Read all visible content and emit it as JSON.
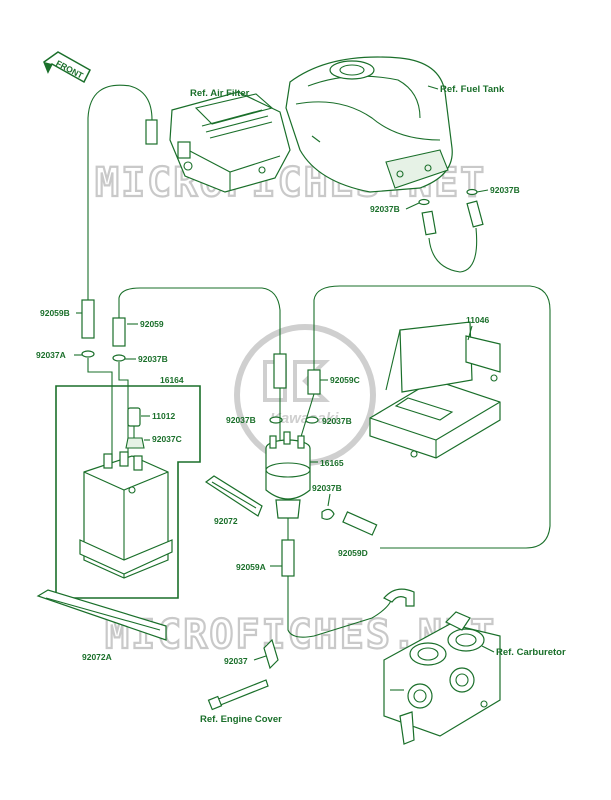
{
  "front_arrow": {
    "label": "FRONT"
  },
  "watermark": {
    "text": "MICROFICHES.NET",
    "logo_text": "Kawasaki"
  },
  "refs": {
    "air_filter": "Ref. Air Filter",
    "fuel_tank": "Ref. Fuel Tank",
    "carburetor": "Ref. Carburetor",
    "engine_cover": "Ref. Engine Cover"
  },
  "parts": {
    "p92037B_tank_right": "92037B",
    "p92037B_tank_left": "92037B",
    "p92059B": "92059B",
    "p92059": "92059",
    "p11046": "11046",
    "p92037A": "92037A",
    "p92037B_upper": "92037B",
    "p16164": "16164",
    "p92059C": "92059C",
    "p11012": "11012",
    "p92037B_mid_left": "92037B",
    "p92037B_mid_right": "92037B",
    "p92037C": "92037C",
    "p16165": "16165",
    "p92037B_lower": "92037B",
    "p92072": "92072",
    "p92059D": "92059D",
    "p92059A": "92059A",
    "p92072A": "92072A",
    "p92037": "92037"
  }
}
